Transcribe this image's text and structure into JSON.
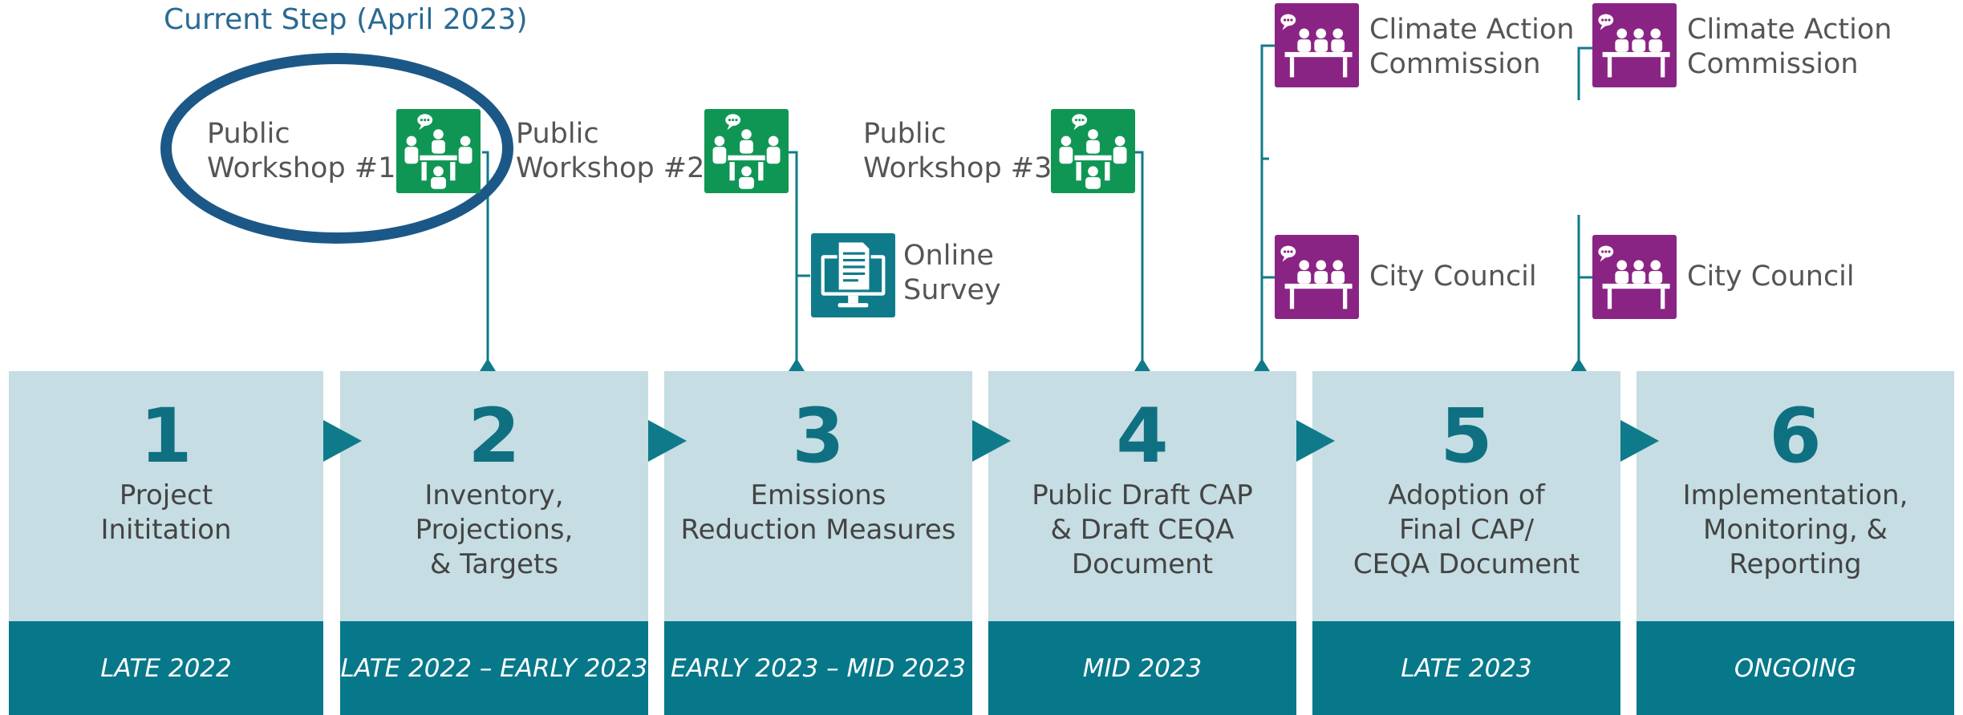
{
  "current_step_label": "Current Step (April 2023)",
  "stages": [
    {
      "number": "1",
      "title": "Project\nInititation",
      "timeframe": "LATE 2022"
    },
    {
      "number": "2",
      "title": "Inventory,\nProjections,\n& Targets",
      "timeframe": "LATE 2022 – EARLY 2023"
    },
    {
      "number": "3",
      "title": "Emissions\nReduction Measures",
      "timeframe": "EARLY 2023 – MID 2023"
    },
    {
      "number": "4",
      "title": "Public Draft CAP\n& Draft CEQA\nDocument",
      "timeframe": "MID 2023"
    },
    {
      "number": "5",
      "title": "Adoption of\nFinal CAP/\nCEQA Document",
      "timeframe": "LATE 2023"
    },
    {
      "number": "6",
      "title": "Implementation,\nMonitoring, &\nReporting",
      "timeframe": "ONGOING"
    }
  ],
  "events": {
    "workshop_1": {
      "line1": "Public",
      "line2": "Workshop #1",
      "icon": "public-workshop-icon"
    },
    "workshop_2": {
      "line1": "Public",
      "line2": "Workshop #2",
      "icon": "public-workshop-icon"
    },
    "workshop_3": {
      "line1": "Public",
      "line2": "Workshop #3",
      "icon": "public-workshop-icon"
    },
    "online_survey": {
      "line1": "Online",
      "line2": "Survey",
      "icon": "computer-survey-icon"
    },
    "commission_4": {
      "line1": "Climate Action",
      "line2": "Commission",
      "icon": "meeting-table-icon"
    },
    "council_4": {
      "line1": "City Council",
      "icon": "meeting-table-icon"
    },
    "commission_5": {
      "line1": "Climate Action",
      "line2": "Commission",
      "icon": "meeting-table-icon"
    },
    "council_5": {
      "line1": "City Council",
      "icon": "meeting-table-icon"
    }
  },
  "colors": {
    "stage_light": "#c5dde3",
    "stage_dark": "#06788a",
    "stage_number": "#0f7082",
    "workshop_green": "#109654",
    "survey_teal": "#0f7b8a",
    "council_purple": "#8a2484",
    "highlight_ring": "#1c5887",
    "connector": "#0f7b8a"
  }
}
